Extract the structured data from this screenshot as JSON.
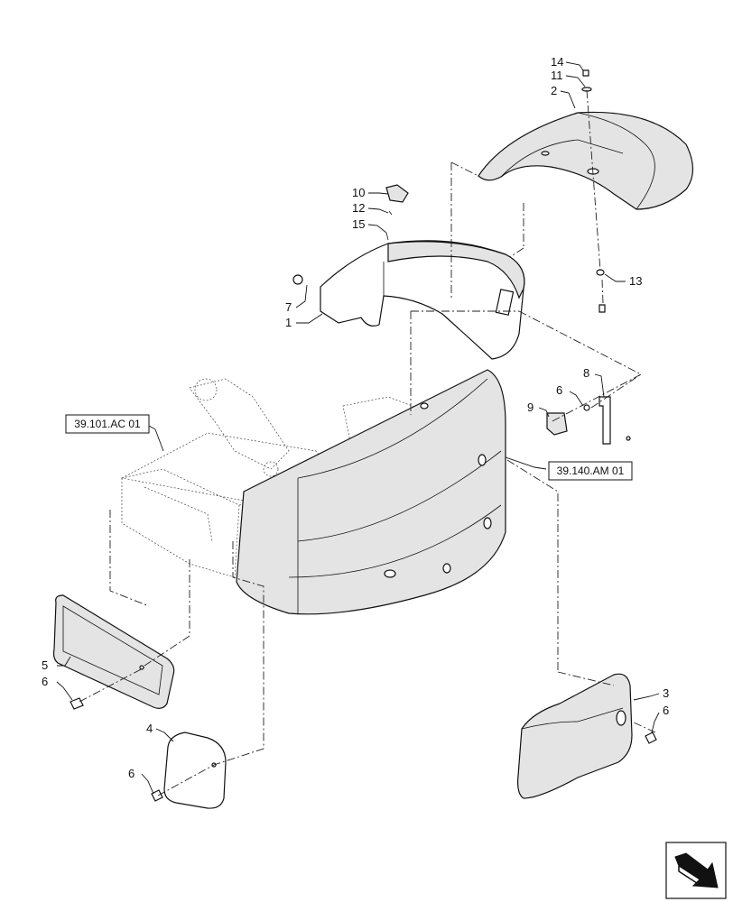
{
  "callouts": {
    "c14": "14",
    "c11": "11",
    "c2": "2",
    "c10": "10",
    "c12": "12",
    "c15": "15",
    "c13": "13",
    "c7": "7",
    "c1": "1",
    "c8": "8",
    "c6a": "6",
    "c9": "9",
    "c5": "5",
    "c6b": "6",
    "c4": "4",
    "c6c": "6",
    "c3": "3",
    "c6d": "6"
  },
  "references": {
    "ref_left": "39.101.AC 01",
    "ref_right": "39.140.AM 01"
  },
  "icons": {
    "nav": "arrow-icon"
  }
}
